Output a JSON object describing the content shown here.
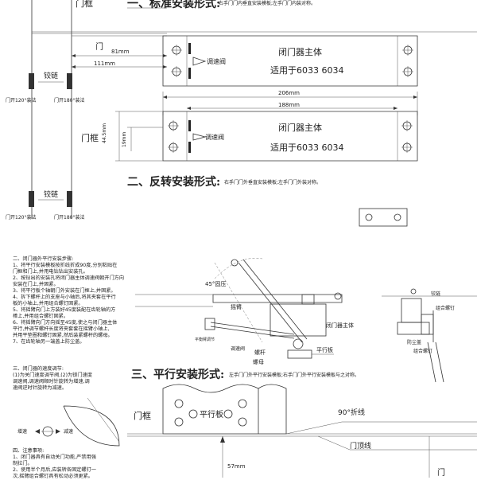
{
  "section1": {
    "title": "一、标准安装形式:",
    "note": "右手门门内垂直安装模板;左手门门内装对称。"
  },
  "section2": {
    "title": "二、反转安装形式:",
    "note": "右手门门外垂直安装模板;左手门门外装对称。"
  },
  "section3": {
    "title": "三、平行安装形式:",
    "note": "左手门门外平行安装模板;右手门门外平行安装模板与之对称。"
  },
  "labels": {
    "door_frame": "门框",
    "door": "门",
    "hinge": "铰链",
    "open120": "门开120°装法",
    "open180": "门开180°装法",
    "closer_body": "闭门器主体",
    "valve": "调速阀",
    "applicable": "适用于6033 6034",
    "parallel_plate": "平行板",
    "fold_line": "90°折线",
    "door_top_line": "门顶线",
    "press_45": "45°固压",
    "swing_arm": "摇臂",
    "valve_arm": "平衡臂调节",
    "valve_small": "调速阀",
    "nut": "螺母",
    "rod": "螺杆",
    "closer_main": "闭门器主体",
    "parallel_plate2": "平行板",
    "hinge_r": "铰链",
    "assembly_screw": "组合螺钉",
    "dust_cover": "防尘盖",
    "assembly_screw2": "组合螺钉",
    "increase": "增速",
    "decrease": "减速"
  },
  "dims": {
    "d81": "81mm",
    "d111": "111mm",
    "d206": "206mm",
    "d188": "188mm",
    "d44": "44.5mm",
    "d19": "19mm",
    "d57": "57mm"
  },
  "instructions": {
    "title": "二、闭门器外平行安装步骤:",
    "lines": [
      "1、将平行安装模板按折线折成90度,分别粘贴在",
      "门框和门上,并用电钻钻出安装孔。",
      "2、按钻出的安装孔将闭门器主体调速阀朝开门方向",
      "安装在门上,并固紧。",
      "3、将平行板个轴朝门外安装在门框上,并固紧。",
      "4、拆下螺杆上的支座与小轴后,将其夹套在平行",
      "板的小轴上,并用组合螺钉固紧。",
      "5、将摇臂向门上方装好45度装配在齿轮轴的方",
      "棒上,并用组合螺钉固紧。",
      "6、将摇臂向门方向摇至45度,使之与闭门器主体",
      "平行,并调节螺杆长度将夹套套在摇臂小轴上,",
      "并用平垫圈和螺钉固紧,然后装紧螺杆的螺母。",
      "7、在齿轮轴另一端盖上防尘盖。"
    ]
  },
  "speed": {
    "title": "三、闭门器的速度调节:",
    "lines": [
      "(1)为关门速度调节阀,(2)为锁门速度",
      "调速阀,调速阀顺时针旋转为增速,调",
      "速阀逆时针旋转为减速。"
    ]
  },
  "cautions": {
    "title": "四、注意事项:",
    "lines": [
      "1、闭门器具有自动关门功能,严禁用强",
      "制拉门。",
      "2、使用半个月后,应装转各固定螺钉一",
      "次,摇臂组合螺钉具有松动必须更紧。"
    ]
  }
}
